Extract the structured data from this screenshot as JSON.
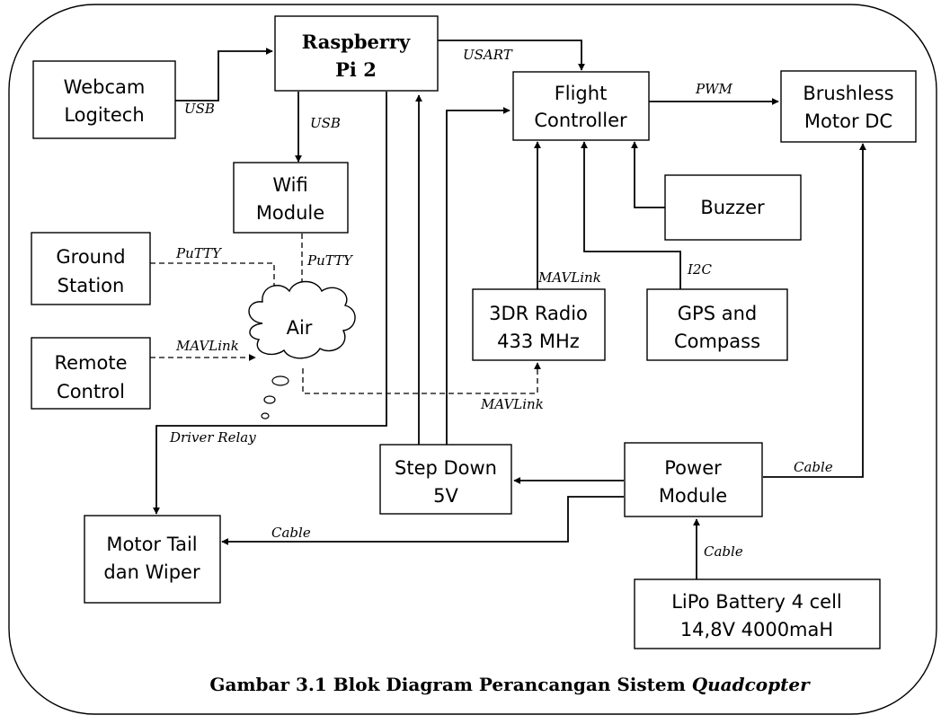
{
  "blocks": {
    "raspberry": [
      "Raspberry",
      "Pi 2"
    ],
    "webcam": [
      "Webcam",
      "Logitech"
    ],
    "flight": [
      "Flight",
      "Controller"
    ],
    "brushless": [
      "Brushless",
      "Motor DC"
    ],
    "wifi": [
      "Wifi",
      "Module"
    ],
    "ground": [
      "Ground",
      "Station"
    ],
    "remote": [
      "Remote",
      "Control"
    ],
    "air": "Air",
    "radio": [
      "3DR Radio",
      "433 MHz"
    ],
    "gps": [
      "GPS and",
      "Compass"
    ],
    "buzzer": "Buzzer",
    "stepdown": [
      "Step Down",
      "5V"
    ],
    "power": [
      "Power",
      "Module"
    ],
    "motortail": [
      "Motor Tail",
      "dan Wiper"
    ],
    "battery": [
      "LiPo Battery 4 cell",
      "14,8V 4000maH"
    ]
  },
  "edges": {
    "webcam_rpi": "USB",
    "rpi_flight": "USART",
    "flight_brushless": "PWM",
    "rpi_wifi": "USB",
    "ground_air": "PuTTY",
    "wifi_air": "PuTTY",
    "remote_air": "MAVLink",
    "radio_flight": "MAVLink",
    "gps_flight": "I2C",
    "air_radio": "MAVLink",
    "rpi_motortail": "Driver Relay",
    "power_brushless": "Cable",
    "power_motortail": "Cable",
    "battery_power": "Cable"
  },
  "caption": {
    "prefix": "Gambar 3.1 Blok Diagram Perancangan Sistem ",
    "emphasis": "Quadcopter"
  }
}
